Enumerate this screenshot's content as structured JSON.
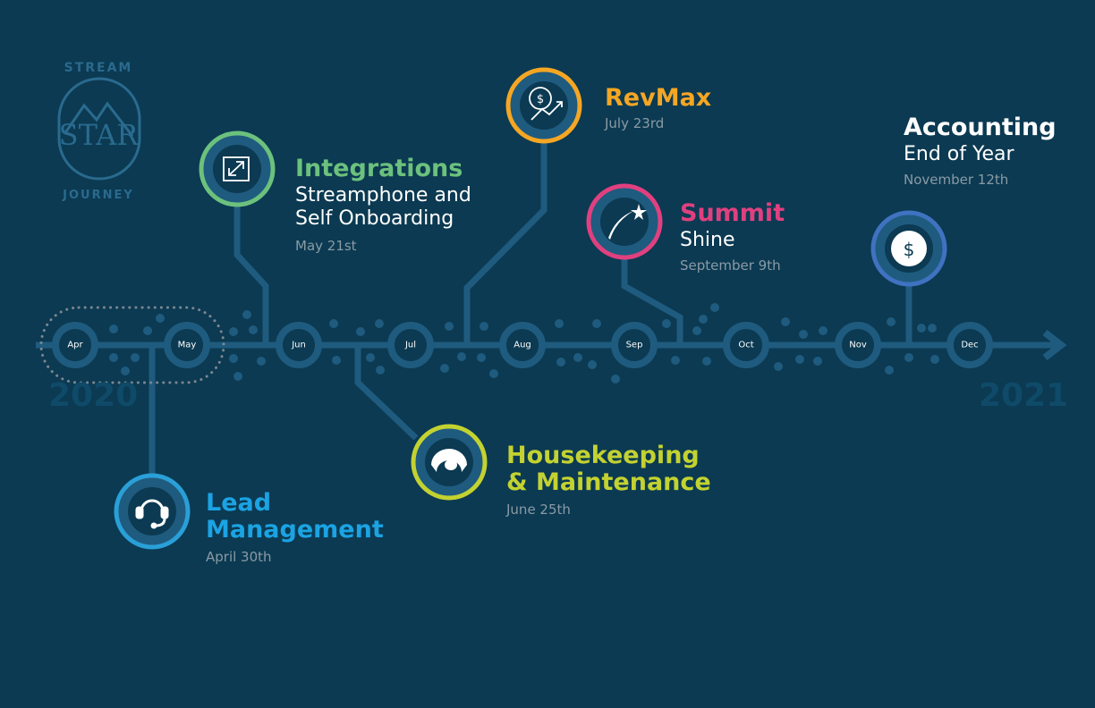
{
  "logo": {
    "top_text": "STREAM",
    "center_text": "STAR",
    "bottom_text": "JOURNEY"
  },
  "years": {
    "start": "2020",
    "end": "2021"
  },
  "months": [
    "Apr",
    "May",
    "Jun",
    "Jul",
    "Aug",
    "Sep",
    "Oct",
    "Nov",
    "Dec"
  ],
  "events": {
    "lead": {
      "title_line1": "Lead",
      "title_line2": "Management",
      "date": "April 30th",
      "color": "#1ba3e3",
      "icon": "headset-icon"
    },
    "integrations": {
      "title": "Integrations",
      "sub_line1": "Streamphone and",
      "sub_line2": "Self Onboarding",
      "date": "May 21st",
      "color": "#6cc17d",
      "icon": "arrows-expand-icon"
    },
    "housekeeping": {
      "title_line1": "Housekeeping",
      "title_line2": "& Maintenance",
      "date": "June 25th",
      "color": "#c3d230",
      "icon": "house-icon"
    },
    "revmax": {
      "title": "RevMax",
      "date": "July 23rd",
      "color": "#f5a623",
      "icon": "dollar-growth-icon"
    },
    "summit": {
      "title": "Summit",
      "sub": "Shine",
      "date": "September 9th",
      "color": "#e0407f",
      "icon": "shooting-star-icon"
    },
    "accounting": {
      "title": "Accounting",
      "sub": "End of Year",
      "date": "November 12th",
      "color": "#3f72c0",
      "icon": "dollar-coin-icon"
    }
  }
}
